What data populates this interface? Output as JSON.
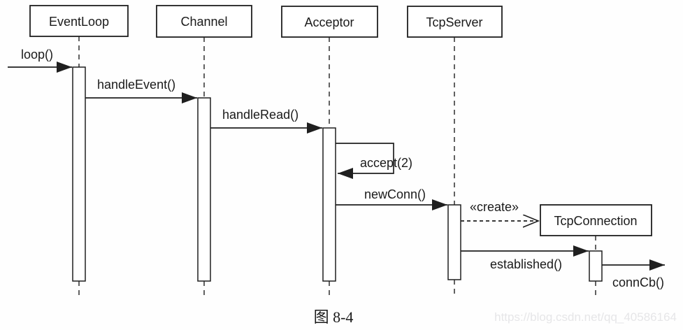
{
  "diagram": {
    "type": "uml-sequence-diagram",
    "colors": {
      "line": "#1f1f1f",
      "background": "#ffffff",
      "watermark": "#e6e6e8"
    },
    "actors": [
      {
        "name": "EventLoop"
      },
      {
        "name": "Channel"
      },
      {
        "name": "Acceptor"
      },
      {
        "name": "TcpServer"
      },
      {
        "name": "TcpConnection",
        "created_during_sequence": true
      }
    ],
    "messages": [
      {
        "label": "loop()",
        "from": "external",
        "to": "EventLoop",
        "style": "sync"
      },
      {
        "label": "handleEvent()",
        "from": "EventLoop",
        "to": "Channel",
        "style": "sync"
      },
      {
        "label": "handleRead()",
        "from": "Channel",
        "to": "Acceptor",
        "style": "sync"
      },
      {
        "label": "accept(2)",
        "from": "Acceptor",
        "to": "Acceptor",
        "style": "self"
      },
      {
        "label": "newConn()",
        "from": "Acceptor",
        "to": "TcpServer",
        "style": "sync"
      },
      {
        "label": "«create»",
        "from": "TcpServer",
        "to": "TcpConnection",
        "style": "create-dashed-open-arrow"
      },
      {
        "label": "established()",
        "from": "TcpServer",
        "to": "TcpConnection",
        "style": "sync"
      },
      {
        "label": "connCb()",
        "from": "TcpConnection",
        "to": "external",
        "style": "sync"
      }
    ],
    "caption": "图 8-4",
    "watermark": "https://blog.csdn.net/qq_40586164"
  }
}
